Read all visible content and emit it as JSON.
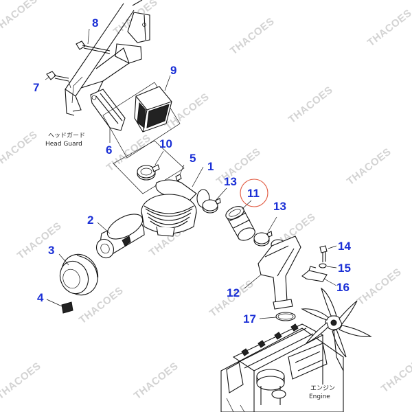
{
  "watermark_text": "THACOES",
  "callouts": {
    "n1": "1",
    "n2": "2",
    "n3": "3",
    "n4": "4",
    "n5": "5",
    "n6": "6",
    "n7": "7",
    "n8": "8",
    "n9": "9",
    "n10": "10",
    "n11": "11",
    "n12": "12",
    "n13a": "13",
    "n13b": "13",
    "n14": "14",
    "n15": "15",
    "n16": "16",
    "n17": "17"
  },
  "captions": {
    "head_guard_jp": "ヘッドガード",
    "head_guard_en": "Head Guard",
    "engine_jp": "エンジン",
    "engine_en": "Engine"
  },
  "colors": {
    "callout": "#1a2fd6",
    "highlight_circle": "#e0543a",
    "watermark": "#d3d3d3"
  }
}
